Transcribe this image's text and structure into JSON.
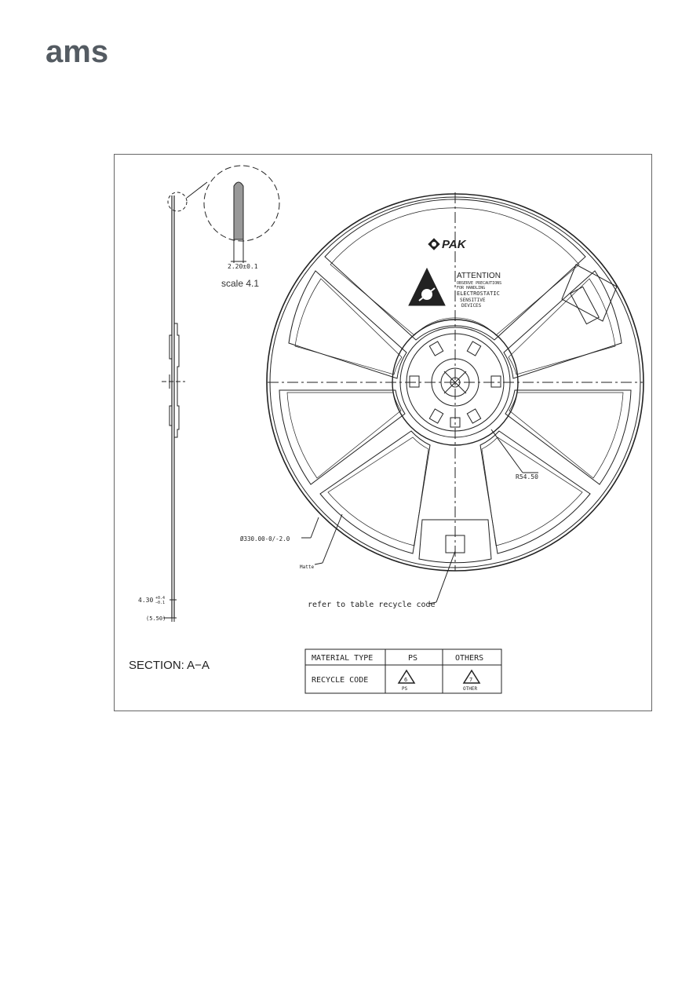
{
  "logo": {
    "text": "ams"
  },
  "drawing": {
    "scale_note": "scale 4.1",
    "detail_dim": "2.20±0.1",
    "section_label": "SECTION: A−A",
    "dim_width": "4.30",
    "dim_tol_plus": "+0.4",
    "dim_tol_minus": "−0.1",
    "dim_overall": "(5.50)",
    "dim_diameter": "Ø330.00-0/-2.0",
    "dim_radius": "R54.50",
    "finish_note": "Matte",
    "recycle_note": "refer to table recycle code",
    "brand_mark": "PAK",
    "esd": {
      "title": "ATTENTION",
      "lines": [
        "OBSERVE PRECAUTIONS",
        "FOR HANDLING",
        "ELECTROSTATIC",
        "SENSITIVE",
        "DEVICES"
      ]
    }
  },
  "table": {
    "headers": [
      "MATERIAL TYPE",
      "PS",
      "OTHERS"
    ],
    "row_label": "RECYCLE CODE",
    "codes": [
      {
        "number": "6",
        "label": "PS"
      },
      {
        "number": "7",
        "label": "OTHER"
      }
    ]
  },
  "colors": {
    "logo": "#545b62",
    "line": "#222222",
    "frame": "#666666"
  }
}
